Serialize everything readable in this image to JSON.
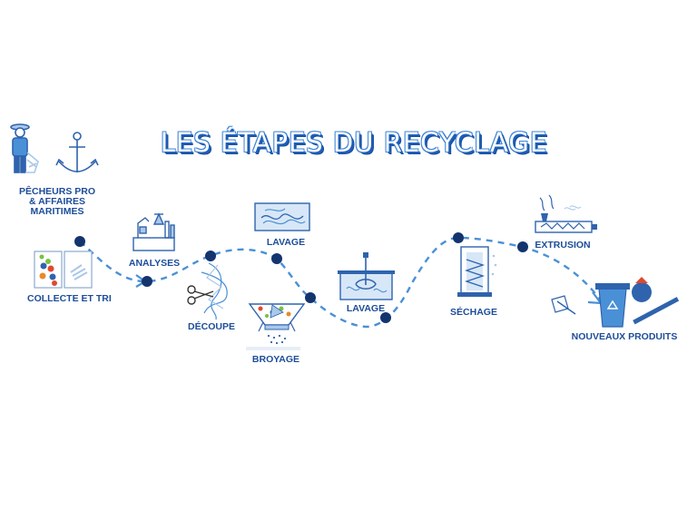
{
  "title": "LES ÉTAPES DU RECYCLAGE",
  "colors": {
    "primary": "#1d4d9a",
    "path": "#4a90d6",
    "dot": "#14346e",
    "light": "#a9c8ea",
    "accent_title": "#1e5fb8"
  },
  "steps": {
    "pecheurs": {
      "line1": "PÊCHEURS PRO",
      "line2": "& AFFAIRES",
      "line3": "MARITIMES",
      "icon": "fisherman-anchor-icon"
    },
    "collecte": {
      "label": "COLLECTE ET TRI",
      "icon": "sorting-bins-icon"
    },
    "analyses": {
      "label": "ANALYSES",
      "icon": "laboratory-icon"
    },
    "decoupe": {
      "label": "DÉCOUPE",
      "icon": "scissors-net-icon"
    },
    "lavage1": {
      "label": "LAVAGE",
      "icon": "washing-tank-icon"
    },
    "broyage": {
      "label": "BROYAGE",
      "icon": "grinder-icon"
    },
    "lavage2": {
      "label": "LAVAGE",
      "icon": "mixing-tank-icon"
    },
    "sechage": {
      "label": "SÉCHAGE",
      "icon": "dryer-icon"
    },
    "extrusion": {
      "label": "EXTRUSION",
      "icon": "extruder-icon"
    },
    "produits": {
      "label": "NOUVEAUX PRODUITS",
      "icon": "new-products-icon"
    }
  }
}
